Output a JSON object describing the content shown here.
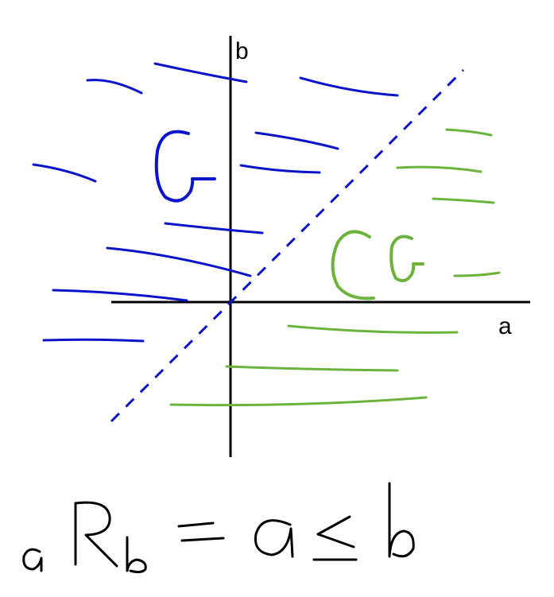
{
  "axes": {
    "x_label": "a",
    "y_label": "b"
  },
  "regions": {
    "above_diagonal_label": "G",
    "below_diagonal_label": "CG"
  },
  "formula": {
    "text": "aRb = a ≤ b"
  },
  "colors": {
    "axis": "#000000",
    "region_g": "#0a14c8",
    "region_cg": "#6ab43c",
    "diagonal": "#0a14c8",
    "background": "#ffffff"
  }
}
